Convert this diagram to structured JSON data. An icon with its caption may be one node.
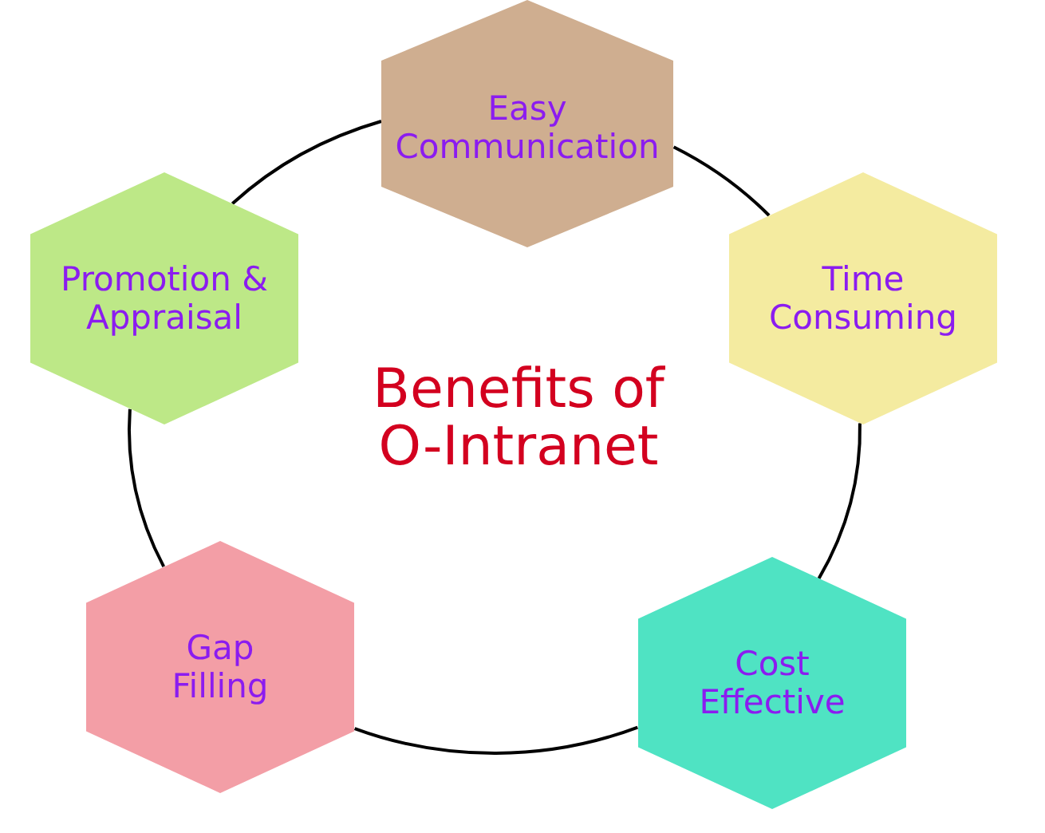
{
  "diagram": {
    "title": "Benefits of O-Intranet",
    "nodes": [
      {
        "text": [
          "Easy Communication"
        ]
      },
      {
        "text": [
          "Promotion & Appraisal"
        ]
      },
      {
        "text": [
          "Time Consuming"
        ]
      },
      {
        "text": [
          "Gap Filling"
        ]
      },
      {
        "text": [
          "Cost Effective"
        ]
      }
    ],
    "edges": [
      {
        "from": 0,
        "to": 2,
        "arrow": "none"
      },
      {
        "from": 2,
        "to": 4,
        "arrow": "none"
      },
      {
        "from": 4,
        "to": 3,
        "arrow": "none"
      },
      {
        "from": 3,
        "to": 1,
        "arrow": "none"
      },
      {
        "from": 1,
        "to": 0,
        "arrow": "none"
      }
    ]
  }
}
